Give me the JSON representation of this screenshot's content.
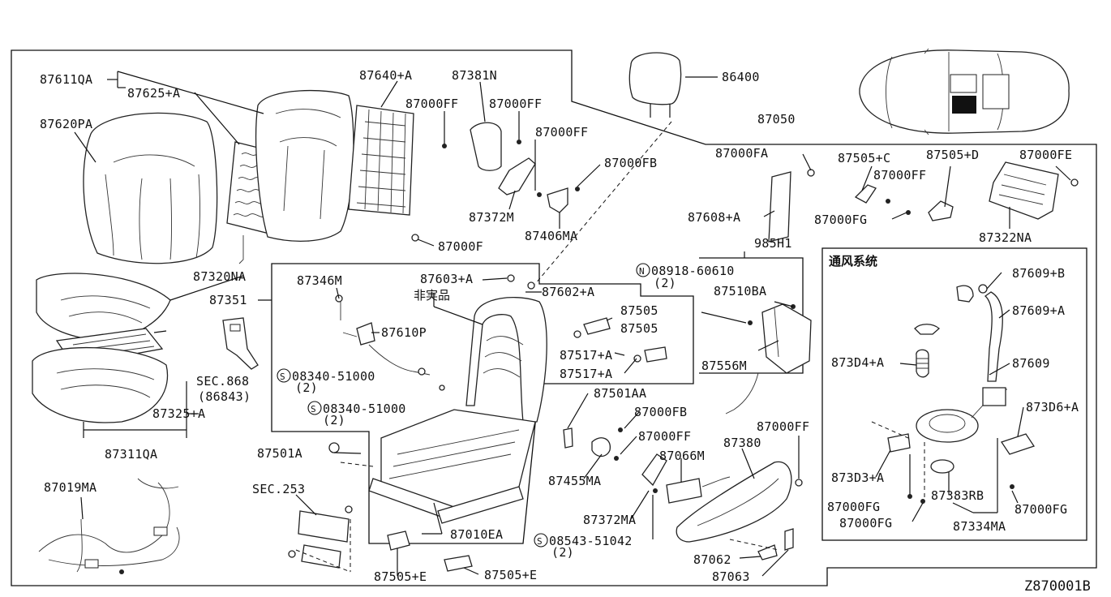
{
  "diagram_code": "Z870001B",
  "parts": {
    "p87611QA": "87611QA",
    "p87625A": "87625+A",
    "p87620PA": "87620PA",
    "p87640A": "87640+A",
    "p87381N": "87381N",
    "p87000FF_1": "87000FF",
    "p87000FF_2": "87000FF",
    "p87000FF_3": "87000FF",
    "p87000FB_1": "87000FB",
    "p87372M": "87372M",
    "p87406MA": "87406MA",
    "p87000F": "87000F",
    "p86400": "86400",
    "p87050": "87050",
    "p87000FA": "87000FA",
    "p87505C": "87505+C",
    "p87505D": "87505+D",
    "p87000FE": "87000FE",
    "p87000FF_4": "87000FF",
    "p87608A": "87608+A",
    "p87000FG_1": "87000FG",
    "p87322NA": "87322NA",
    "p985H1": "985H1",
    "p08918_60610": "08918-60610",
    "p08918_qty": "(2)",
    "p87510BA": "87510BA",
    "p87556M": "87556M",
    "p87320NA": "87320NA",
    "p87351": "87351",
    "p87346M": "87346M",
    "p87603A": "87603+A",
    "p87602A": "87602+A",
    "non_service": "非実品",
    "p87610P": "87610P",
    "p87505_1": "87505",
    "p87505_2": "87505",
    "p87517A_1": "87517+A",
    "p87517A_2": "87517+A",
    "p08340_51000_1": "08340-51000",
    "p08340_qty_1": "(2)",
    "p08340_51000_2": "08340-51000",
    "p08340_qty_2": "(2)",
    "sec868": "SEC.868",
    "sec868_sub": "(86843)",
    "p87325A": "87325+A",
    "p87311QA": "87311QA",
    "p87501AA": "87501AA",
    "p87000FB_2": "87000FB",
    "p87000FF_5": "87000FF",
    "p87066M": "87066M",
    "p87380": "87380",
    "p87000FF_6": "87000FF",
    "p87501A": "87501A",
    "p87455MA": "87455MA",
    "p87372MA": "87372MA",
    "p87019MA": "87019MA",
    "sec253": "SEC.253",
    "p87010EA": "87010EA",
    "p08543_51042": "08543-51042",
    "p08543_qty": "(2)",
    "p87062": "87062",
    "p87063": "87063",
    "p87505E_1": "87505+E",
    "p87505E_2": "87505+E",
    "vent_title": "通风系统",
    "p87609B": "87609+B",
    "p87609A": "87609+A",
    "p873D4A": "873D4+A",
    "p87609": "87609",
    "p873D6A": "873D6+A",
    "p873D3A": "873D3+A",
    "p87000FG_2": "87000FG",
    "p87000FG_3": "87000FG",
    "p87383RB": "87383RB",
    "p87000FG_4": "87000FG",
    "p87334MA": "87334MA"
  },
  "circle_markers": {
    "n_marker": "N",
    "s_marker": "S"
  }
}
